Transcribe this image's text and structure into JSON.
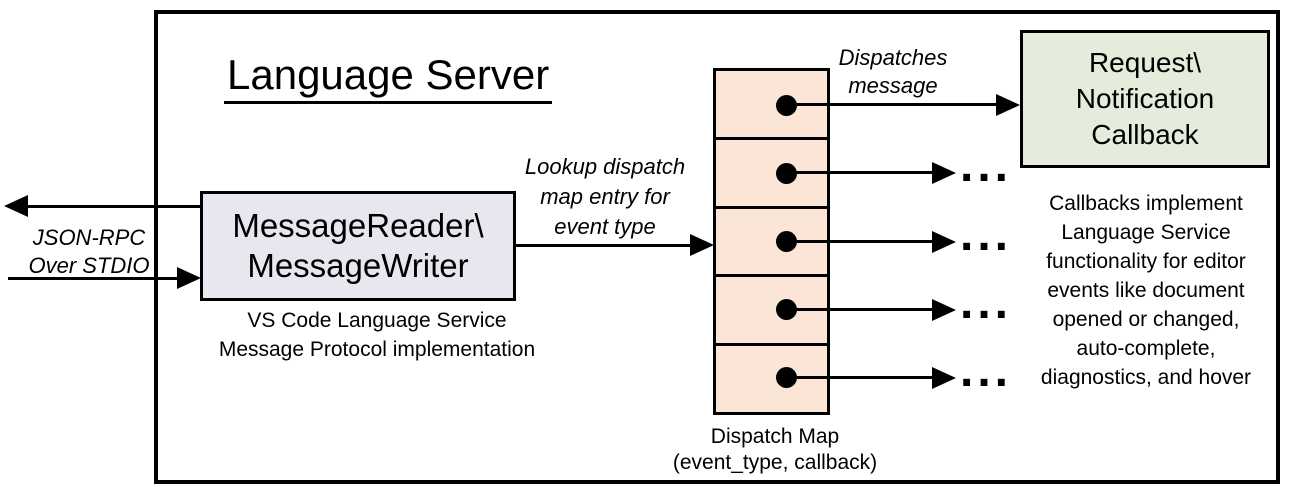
{
  "title": "Language Server",
  "stdio": {
    "label": "JSON-RPC\nOver STDIO"
  },
  "reader": {
    "label": "MessageReader\\\nMessageWriter",
    "caption": "VS Code Language Service\nMessage Protocol implementation"
  },
  "lookup": {
    "label": "Lookup dispatch\nmap entry for\nevent type"
  },
  "dispatches": {
    "label": "Dispatches\nmessage"
  },
  "dispatch_map": {
    "cell_count": 5,
    "caption": "Dispatch Map\n(event_type, callback)"
  },
  "callback_box": {
    "label": "Request\\\nNotification\nCallback"
  },
  "callbacks_note": "Callbacks implement\nLanguage Service\nfunctionality for editor\nevents like document\nopened or changed,\nauto-complete,\ndiagnostics, and hover",
  "ellipsis_glyph": "...",
  "colors": {
    "reader_fill": "#e8e7ef",
    "dispatch_map_fill": "#fbe5d6",
    "callback_fill": "#e4eddb",
    "stroke": "#000000",
    "background": "#ffffff"
  }
}
